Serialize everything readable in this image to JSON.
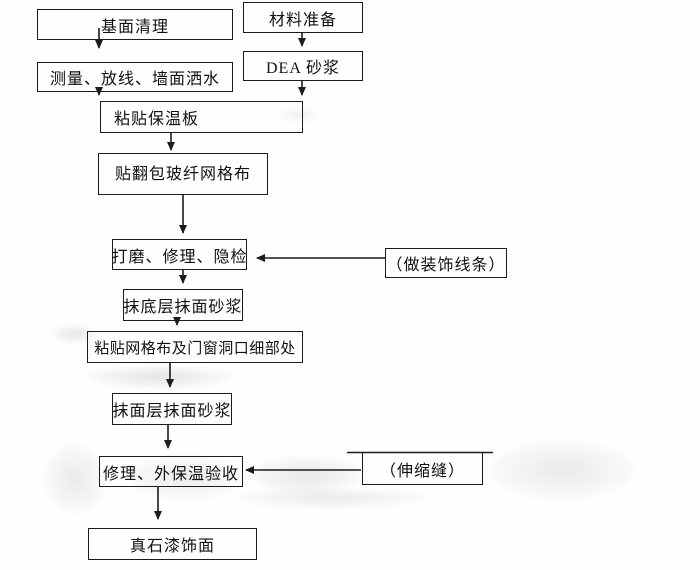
{
  "colors": {
    "background": "#fefefe",
    "line": "#1c1c1c",
    "text": "#111111"
  },
  "nodes": {
    "base_cleaning": "基面清理",
    "material_prep": "材料准备",
    "measure_layout_water": "测量、放线、墙面洒水",
    "dea_mortar": "DEA 砂浆",
    "paste_insulation_board": "粘贴保温板",
    "wrap_fiberglass_mesh": "贴翻包玻纤网格布",
    "grind_repair_inspect": "打磨、修理、隐检",
    "base_coat_mortar": "抹底层抹面砂浆",
    "paste_mesh_details": "粘贴网格布及门窗洞口细部处",
    "surface_coat_mortar": "抹面层抹面砂浆",
    "repair_acceptance": "修理、外保温验收",
    "stone_paint_finish": "真石漆饰面",
    "decorative_lines": "（做装饰线条）",
    "expansion_joint": "（伸缩缝）"
  },
  "edges": [
    {
      "from": "base_cleaning",
      "to": "measure_layout_water"
    },
    {
      "from": "material_prep",
      "to": "dea_mortar"
    },
    {
      "from": "measure_layout_water",
      "to": "paste_insulation_board"
    },
    {
      "from": "dea_mortar",
      "to": "paste_insulation_board"
    },
    {
      "from": "paste_insulation_board",
      "to": "wrap_fiberglass_mesh"
    },
    {
      "from": "wrap_fiberglass_mesh",
      "to": "grind_repair_inspect"
    },
    {
      "from": "decorative_lines",
      "to": "grind_repair_inspect"
    },
    {
      "from": "grind_repair_inspect",
      "to": "base_coat_mortar"
    },
    {
      "from": "base_coat_mortar",
      "to": "paste_mesh_details"
    },
    {
      "from": "paste_mesh_details",
      "to": "surface_coat_mortar"
    },
    {
      "from": "surface_coat_mortar",
      "to": "repair_acceptance"
    },
    {
      "from": "expansion_joint",
      "to": "repair_acceptance"
    },
    {
      "from": "repair_acceptance",
      "to": "stone_paint_finish"
    }
  ]
}
